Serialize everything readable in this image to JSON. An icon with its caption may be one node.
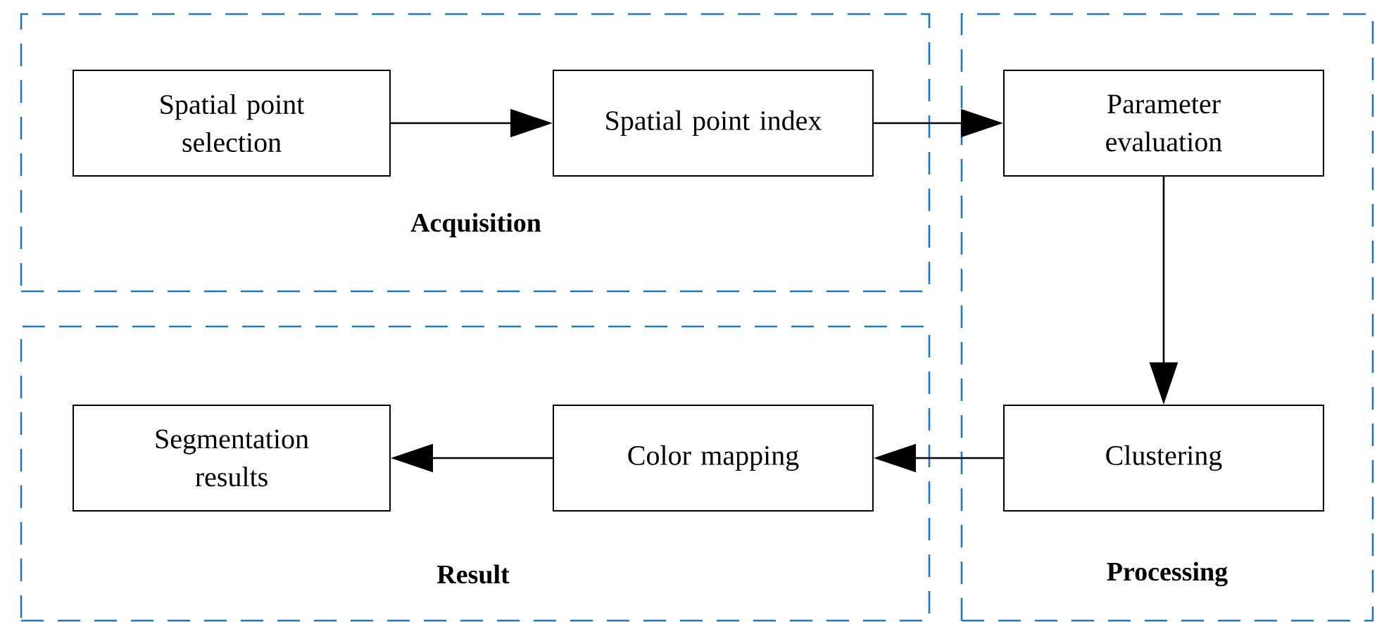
{
  "diagram": {
    "nodes": [
      {
        "text": [
          "Acquisition"
        ]
      },
      {
        "text": [
          "Spatial point selection"
        ],
        "in": 0
      },
      {
        "text": [
          "Spatial point index"
        ],
        "in": 0
      },
      {
        "text": [
          "Processing"
        ]
      },
      {
        "text": [
          "Parameter evaluation"
        ],
        "in": 3
      },
      {
        "text": [
          "Clustering"
        ],
        "in": 3
      },
      {
        "text": [
          "Result"
        ]
      },
      {
        "text": [
          "Color mapping"
        ],
        "in": 6
      },
      {
        "text": [
          "Segmentation results"
        ],
        "in": 6
      }
    ],
    "edges": [
      {
        "from": 1,
        "to": 2,
        "arrow": "to"
      },
      {
        "from": 2,
        "to": 4,
        "arrow": "to"
      },
      {
        "from": 4,
        "to": 5,
        "arrow": "to"
      },
      {
        "from": 5,
        "to": 7,
        "arrow": "to"
      },
      {
        "from": 7,
        "to": 8,
        "arrow": "to"
      }
    ]
  }
}
